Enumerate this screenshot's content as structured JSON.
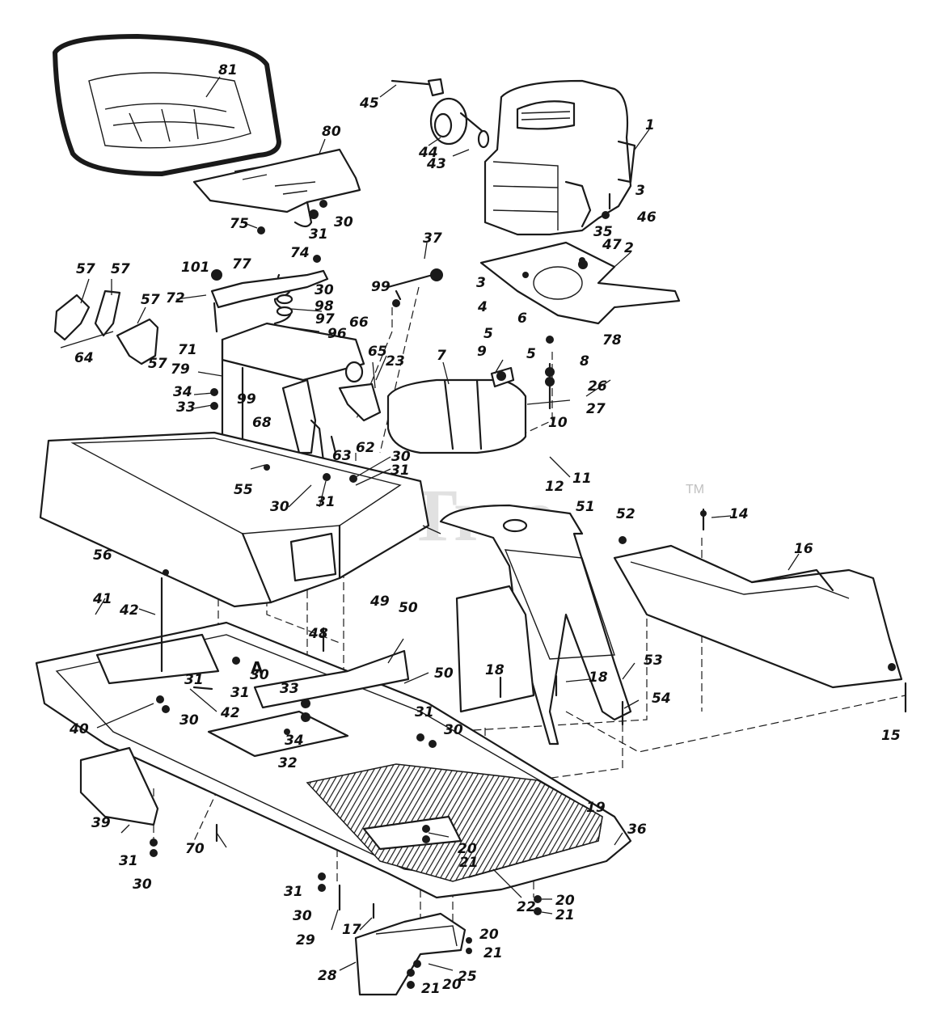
{
  "watermark": {
    "text": "PartsTree",
    "trademark": "TM"
  },
  "detail_marker": "A",
  "callouts": [
    {
      "id": "c81",
      "text": "81"
    },
    {
      "id": "c80",
      "text": "80"
    },
    {
      "id": "c75",
      "text": "75"
    },
    {
      "id": "c31a",
      "text": "31"
    },
    {
      "id": "c30a",
      "text": "30"
    },
    {
      "id": "c45",
      "text": "45"
    },
    {
      "id": "c44",
      "text": "44"
    },
    {
      "id": "c43",
      "text": "43"
    },
    {
      "id": "c1",
      "text": "1"
    },
    {
      "id": "c3a",
      "text": "3"
    },
    {
      "id": "c46",
      "text": "46"
    },
    {
      "id": "c35",
      "text": "35"
    },
    {
      "id": "c47",
      "text": "47"
    },
    {
      "id": "c2",
      "text": "2"
    },
    {
      "id": "c3b",
      "text": "3"
    },
    {
      "id": "c4",
      "text": "4"
    },
    {
      "id": "c5a",
      "text": "5"
    },
    {
      "id": "c6",
      "text": "6"
    },
    {
      "id": "c78",
      "text": "78"
    },
    {
      "id": "c5b",
      "text": "5"
    },
    {
      "id": "c8",
      "text": "8"
    },
    {
      "id": "c26",
      "text": "26"
    },
    {
      "id": "c27",
      "text": "27"
    },
    {
      "id": "c9",
      "text": "9"
    },
    {
      "id": "c7",
      "text": "7"
    },
    {
      "id": "c10",
      "text": "10"
    },
    {
      "id": "c11",
      "text": "11"
    },
    {
      "id": "c12",
      "text": "12"
    },
    {
      "id": "c37",
      "text": "37"
    },
    {
      "id": "c57a",
      "text": "57"
    },
    {
      "id": "c57b",
      "text": "57"
    },
    {
      "id": "c57c",
      "text": "57"
    },
    {
      "id": "c57d",
      "text": "57"
    },
    {
      "id": "c64",
      "text": "64"
    },
    {
      "id": "c101",
      "text": "101"
    },
    {
      "id": "c77",
      "text": "77"
    },
    {
      "id": "c74",
      "text": "74"
    },
    {
      "id": "c72",
      "text": "72"
    },
    {
      "id": "c30b",
      "text": "30"
    },
    {
      "id": "c98",
      "text": "98"
    },
    {
      "id": "c97",
      "text": "97"
    },
    {
      "id": "c96",
      "text": "96"
    },
    {
      "id": "c99a",
      "text": "99"
    },
    {
      "id": "c66",
      "text": "66"
    },
    {
      "id": "c65",
      "text": "65"
    },
    {
      "id": "c23",
      "text": "23"
    },
    {
      "id": "c71",
      "text": "71"
    },
    {
      "id": "c79",
      "text": "79"
    },
    {
      "id": "c99b",
      "text": "99"
    },
    {
      "id": "c34a",
      "text": "34"
    },
    {
      "id": "c33a",
      "text": "33"
    },
    {
      "id": "c68",
      "text": "68"
    },
    {
      "id": "c63",
      "text": "63"
    },
    {
      "id": "c62",
      "text": "62"
    },
    {
      "id": "c30c",
      "text": "30"
    },
    {
      "id": "c31b",
      "text": "31"
    },
    {
      "id": "c55",
      "text": "55"
    },
    {
      "id": "c30d",
      "text": "30"
    },
    {
      "id": "c31c",
      "text": "31"
    },
    {
      "id": "c56",
      "text": "56"
    },
    {
      "id": "c51",
      "text": "51"
    },
    {
      "id": "c52",
      "text": "52"
    },
    {
      "id": "c14",
      "text": "14"
    },
    {
      "id": "c16",
      "text": "16"
    },
    {
      "id": "c42a",
      "text": "42"
    },
    {
      "id": "c41",
      "text": "41"
    },
    {
      "id": "c48",
      "text": "48"
    },
    {
      "id": "c49",
      "text": "49"
    },
    {
      "id": "c50a",
      "text": "50"
    },
    {
      "id": "c50b",
      "text": "50"
    },
    {
      "id": "c30e",
      "text": "30"
    },
    {
      "id": "c31d",
      "text": "31"
    },
    {
      "id": "c33b",
      "text": "33"
    },
    {
      "id": "c34b",
      "text": "34"
    },
    {
      "id": "c31e",
      "text": "31"
    },
    {
      "id": "c30f",
      "text": "30"
    },
    {
      "id": "c42b",
      "text": "42"
    },
    {
      "id": "c40",
      "text": "40"
    },
    {
      "id": "c32",
      "text": "32"
    },
    {
      "id": "c18a",
      "text": "18"
    },
    {
      "id": "c18b",
      "text": "18"
    },
    {
      "id": "c53",
      "text": "53"
    },
    {
      "id": "c54",
      "text": "54"
    },
    {
      "id": "c15",
      "text": "15"
    },
    {
      "id": "c31f",
      "text": "31"
    },
    {
      "id": "c30g",
      "text": "30"
    },
    {
      "id": "c19",
      "text": "19"
    },
    {
      "id": "c36",
      "text": "36"
    },
    {
      "id": "c39",
      "text": "39"
    },
    {
      "id": "c70",
      "text": "70"
    },
    {
      "id": "c31g",
      "text": "31"
    },
    {
      "id": "c30h",
      "text": "30"
    },
    {
      "id": "c20a",
      "text": "20"
    },
    {
      "id": "c21a",
      "text": "21"
    },
    {
      "id": "c22",
      "text": "22"
    },
    {
      "id": "c31h",
      "text": "31"
    },
    {
      "id": "c30i",
      "text": "30"
    },
    {
      "id": "c29",
      "text": "29"
    },
    {
      "id": "c17",
      "text": "17"
    },
    {
      "id": "c20b",
      "text": "20"
    },
    {
      "id": "c21b",
      "text": "21"
    },
    {
      "id": "c20c",
      "text": "20"
    },
    {
      "id": "c21c",
      "text": "21"
    },
    {
      "id": "c28",
      "text": "28"
    },
    {
      "id": "c25",
      "text": "25"
    },
    {
      "id": "c20d",
      "text": "20"
    },
    {
      "id": "c21d",
      "text": "21"
    }
  ]
}
